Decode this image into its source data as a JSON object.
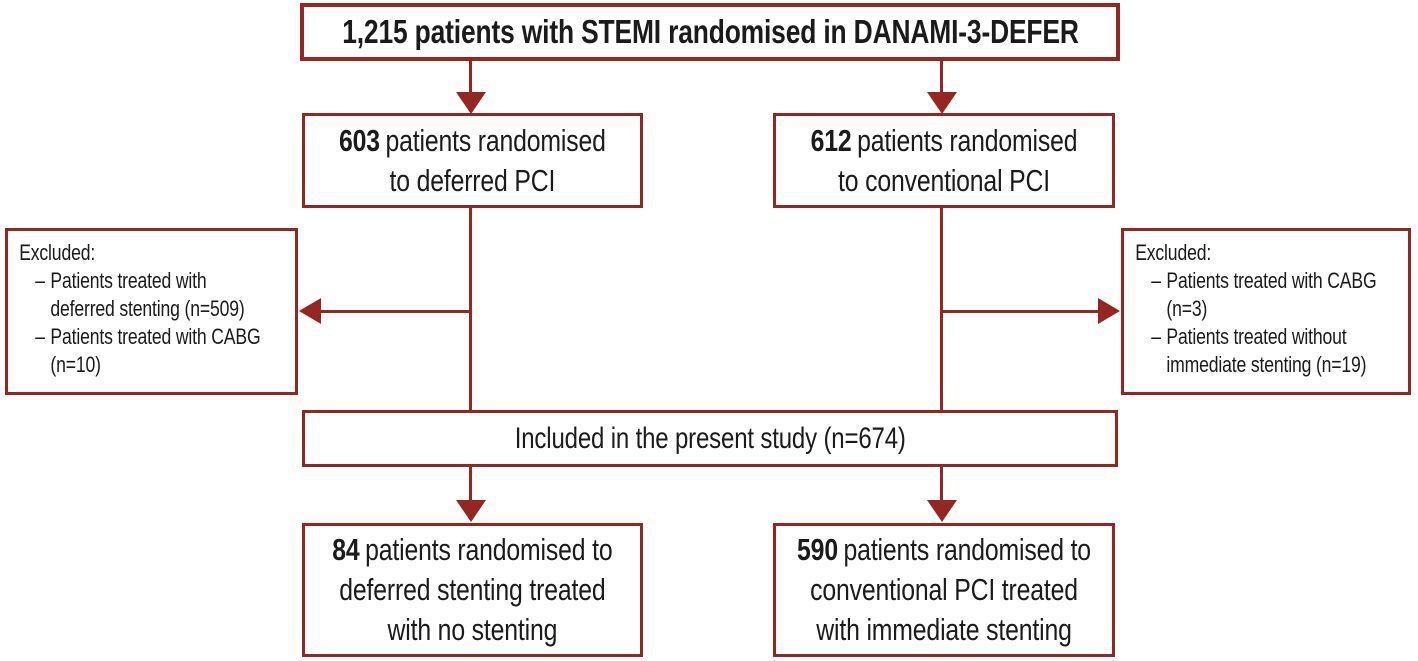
{
  "colors": {
    "accent": "#952723",
    "text": "#1b1b1b",
    "background": "#ffffff"
  },
  "diagram": {
    "bullet": "–",
    "top": {
      "text": "1,215 patients with STEMI randomised in DANAMI-3-DEFER"
    },
    "deferred": {
      "n": "603",
      "line1": "patients randomised",
      "line2": "to deferred PCI"
    },
    "conventional": {
      "n": "612",
      "line1": "patients randomised",
      "line2": "to conventional PCI"
    },
    "excluded_left": {
      "title": "Excluded:",
      "items": [
        {
          "line1": "Patients treated with",
          "line2": "deferred stenting (n=509)"
        },
        {
          "line1": "Patients treated with CABG",
          "line2": "(n=10)"
        }
      ]
    },
    "excluded_right": {
      "title": "Excluded:",
      "items": [
        {
          "line1": "Patients treated with CABG",
          "line2": "(n=3)"
        },
        {
          "line1": "Patients treated without",
          "line2": "immediate stenting (n=19)"
        }
      ]
    },
    "included": {
      "text": "Included in the present study (n=674)"
    },
    "bottom_left": {
      "n": "84",
      "line1": "patients randomised to",
      "line2": "deferred stenting treated",
      "line3": "with no stenting"
    },
    "bottom_right": {
      "n": "590",
      "line1": "patients randomised to",
      "line2": "conventional PCI treated",
      "line3": "with immediate stenting"
    }
  }
}
